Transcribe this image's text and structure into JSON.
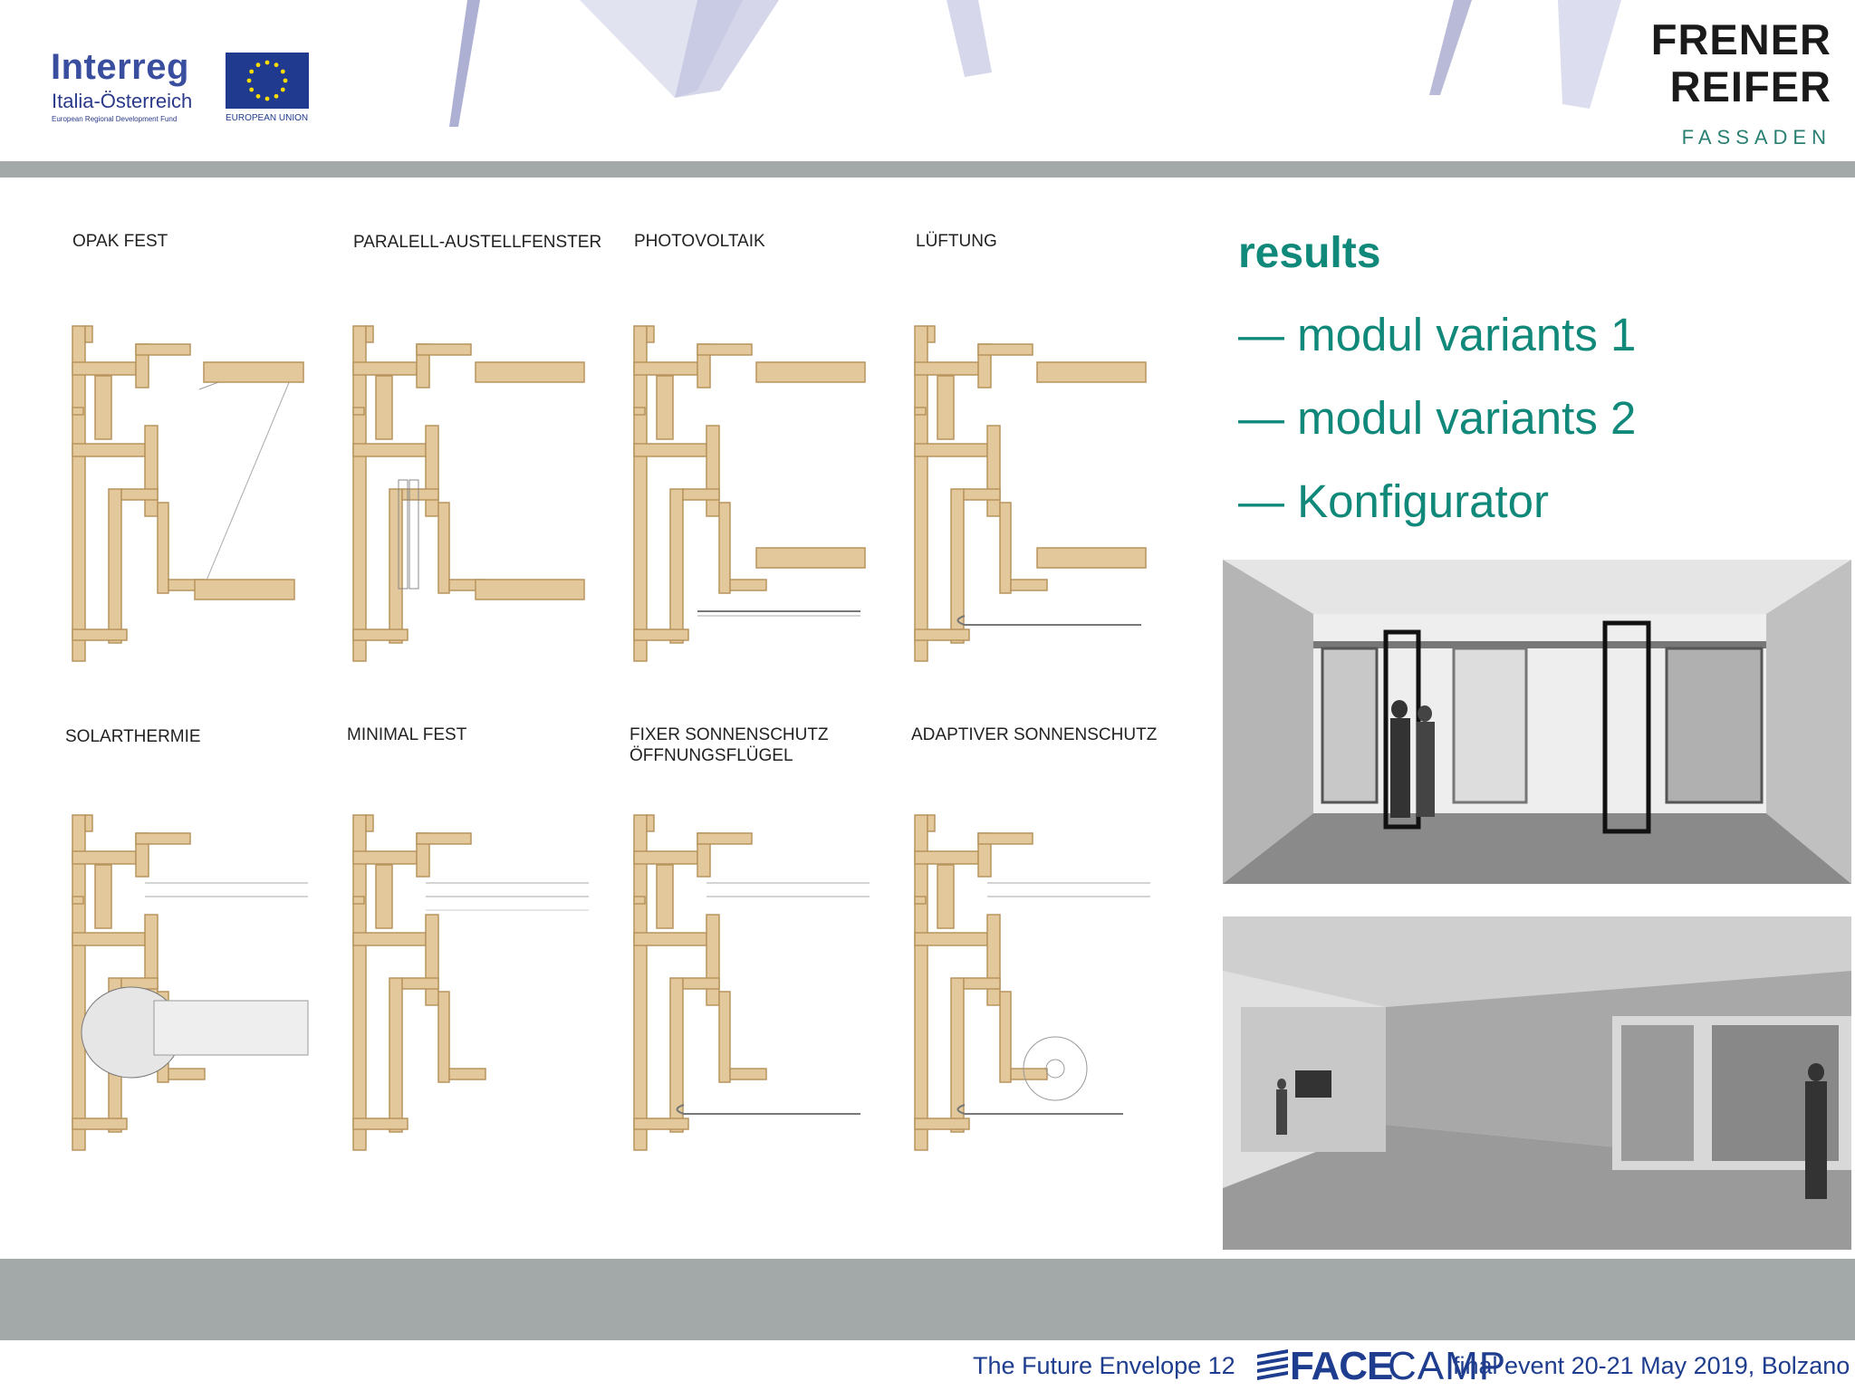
{
  "header": {
    "interreg_logo": {
      "wordmark": "Interreg",
      "region": "Italia-Österreich",
      "fund": "European Regional Development Fund"
    },
    "eu_flag": {
      "label": "EUROPEAN UNION",
      "icon": "eu-flag-icon",
      "color": "#1f3a8f",
      "star_color": "#ffdd00"
    },
    "company_logo": {
      "line1": "FRENER",
      "line2": "REIFER",
      "line3": "FASSADEN"
    }
  },
  "drawings": [
    {
      "caption": "OPAK FEST"
    },
    {
      "caption": "PARALELL-AUSTELLFENSTER"
    },
    {
      "caption": "PHOTOVOLTAIK"
    },
    {
      "caption": "LÜFTUNG"
    },
    {
      "caption": "SOLARTHERMIE"
    },
    {
      "caption": "MINIMAL  FEST"
    },
    {
      "caption": "FIXER SONNENSCHUTZ\nÖFFNUNGSFLÜGEL"
    },
    {
      "caption": "ADAPTIVER SONNENSCHUTZ"
    }
  ],
  "results": {
    "title": "results",
    "items": [
      "— modul variants 1",
      "— modul variants 2",
      "— Konfigurator"
    ]
  },
  "footer": {
    "left_text": "The Future Envelope 12",
    "facecamp_logo": {
      "part1": "FACE",
      "part2": "CAMP"
    },
    "right_text": "final event 20-21 May 2019, Bolzano"
  },
  "colors": {
    "accent": "#11897a",
    "bar": "#a3a8a8",
    "wood": "#e2c89a",
    "wood_edge": "#b8945e",
    "footer_text": "#1f3d8f"
  }
}
